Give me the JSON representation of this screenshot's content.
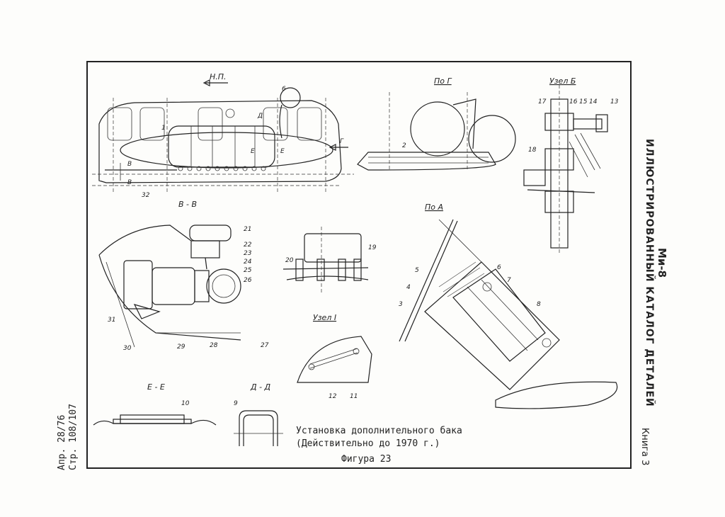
{
  "header": {
    "aircraft": "Ми-8",
    "catalog_title": "ИЛЛЮСТРИРОВАННЫЙ КАТАЛОГ ДЕТАЛЕЙ",
    "book": "Книга 3"
  },
  "page_ref": {
    "page": "Стр. 108/107",
    "date": "Апр. 28/76"
  },
  "caption": {
    "line1": "Установка дополнительного бака",
    "line2": "(Действительно до 1970 г.)",
    "figure": "Фигура 23"
  },
  "views": {
    "np": "Н.П.",
    "po_g": "По Г",
    "uzel_b": "Узел Б",
    "v_v": "В - В",
    "po_a": "По А",
    "uzel_i": "Узел I",
    "e_e": "Е - Е",
    "d_d": "Д - Д"
  },
  "callouts": {
    "c1": "1",
    "c2": "2",
    "c3": "3",
    "c4": "4",
    "c5": "5",
    "c6": "6",
    "c6b": "6",
    "c7": "7",
    "c8": "8",
    "c9": "9",
    "c10": "10",
    "c11": "11",
    "c12": "12",
    "c13": "13",
    "c14": "14",
    "c15": "15",
    "c16": "16",
    "c17": "17",
    "c18": "18",
    "c19": "19",
    "c20": "20",
    "c21": "21",
    "c22": "22",
    "c23": "23",
    "c24": "24",
    "c25": "25",
    "c26": "26",
    "c27": "27",
    "c28": "28",
    "c29": "29",
    "c30": "30",
    "c31": "31",
    "c32": "32",
    "sec_v1": "В",
    "sec_v2": "В",
    "sec_d": "Д",
    "sec_e1": "Е",
    "sec_e2": "Е",
    "sec_g": "Г"
  }
}
